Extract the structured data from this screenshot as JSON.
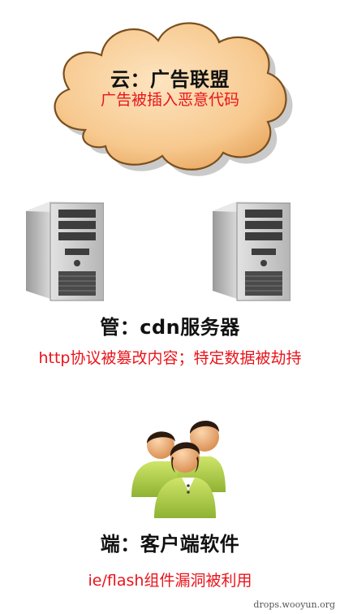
{
  "cloud": {
    "title": "云：广告联盟",
    "subtitle": "广告被插入恶意代码"
  },
  "pipe": {
    "title": "管：cdn服务器",
    "subtitle": "http协议被篡改内容；特定数据被劫持"
  },
  "client": {
    "title": "端：客户端软件",
    "subtitle": "ie/flash组件漏洞被利用"
  },
  "watermark": "drops.wooyun.org",
  "colors": {
    "cloud_fill": "#f7c98f",
    "cloud_edge": "#7a4f1e",
    "subtitle_red": "#e8141b",
    "server_body": "#d6d6d6",
    "server_front": "#4a4a4a",
    "people_green": "#b7d84b",
    "people_skin": "#f2b37d"
  },
  "icons": [
    "cloud-shape",
    "server-icon",
    "server-icon",
    "user-group-icon"
  ]
}
